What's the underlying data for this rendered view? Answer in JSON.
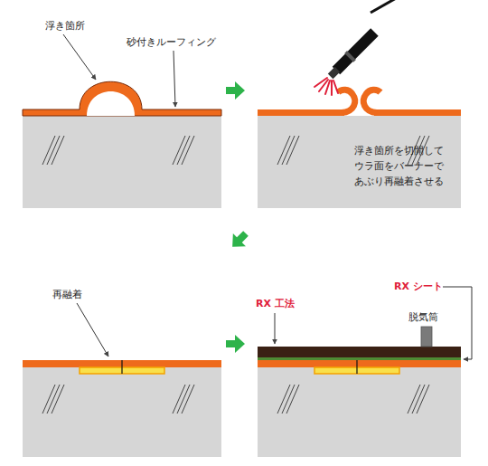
{
  "diagram": {
    "labels": [
      "浮き箇所",
      "砂付きルーフィング",
      "浮き箇所を切開して ウラ面をバーナーで あぶり再融着させる",
      "再融着",
      "RX 工法",
      "RX シート",
      "脱気筒"
    ]
  }
}
